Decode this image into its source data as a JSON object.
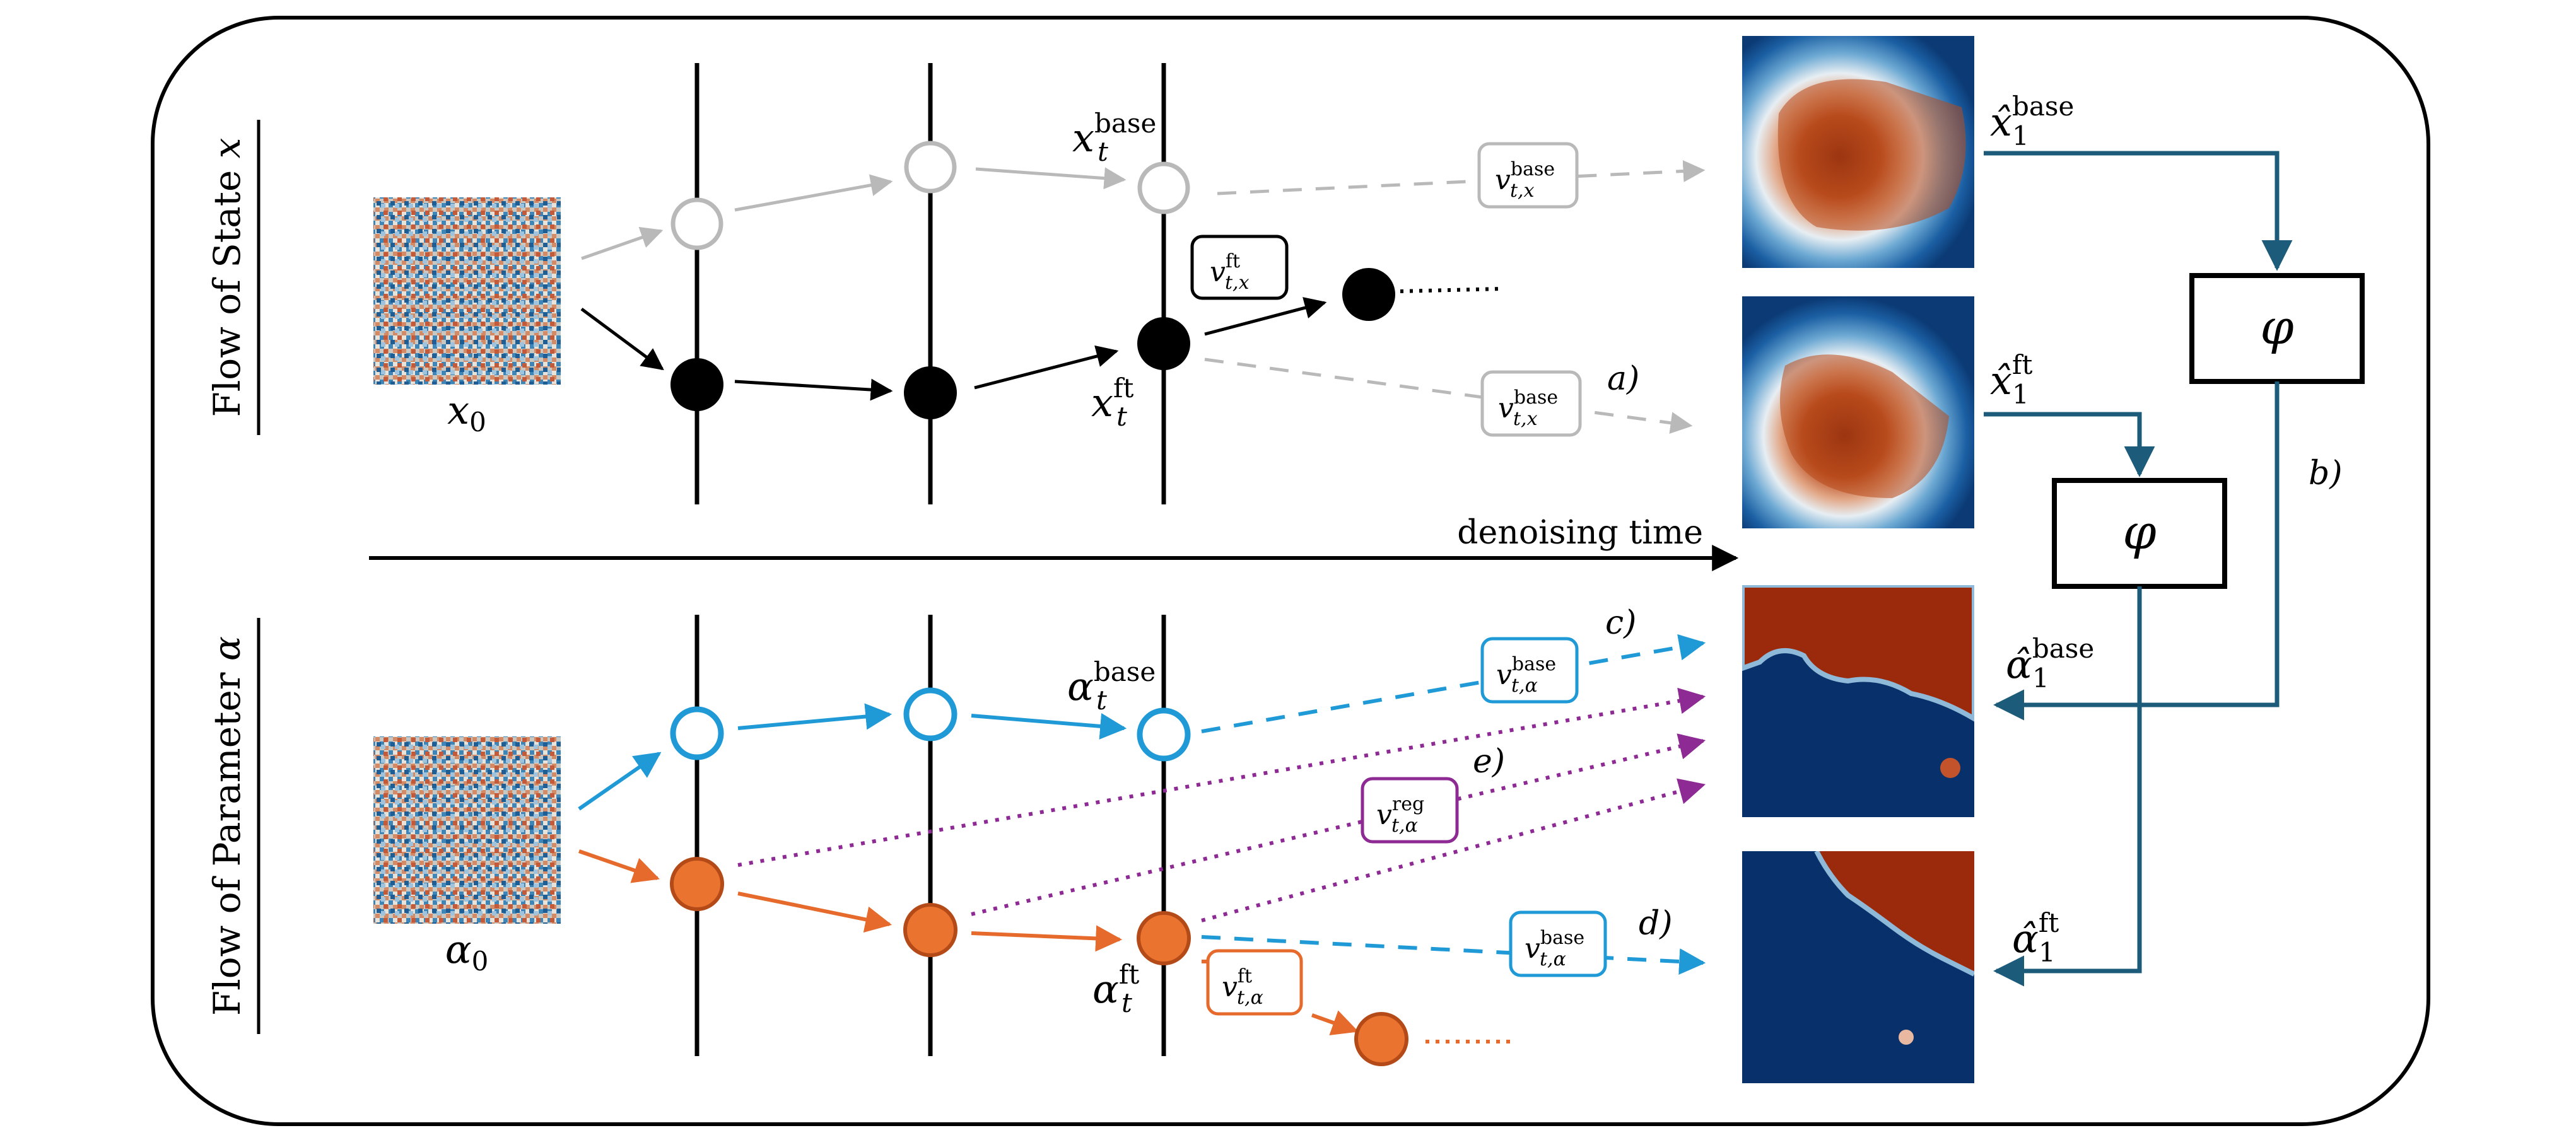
{
  "colors": {
    "black": "#000000",
    "gray": "#b9b9b9",
    "blue": "#1f9ad6",
    "orange": "#e56a2c",
    "orange_fill": "#e9732f",
    "purple": "#8e2a93",
    "teal": "#1c5b7a",
    "heat_dark": "#08306b",
    "heat_red": "#a32a0a"
  },
  "labels": {
    "section_top": "Flow of State",
    "section_top_var": "x",
    "section_bottom": "Flow of Parameter",
    "section_bottom_var": "α",
    "time_axis": "denoising time",
    "x0_base": "x",
    "x0_sub": "0",
    "alpha0_base": "α",
    "alpha0_sub": "0",
    "xt_base": "x",
    "xt_base_sub": "t",
    "xt_base_sup": "base",
    "xt_ft": "x",
    "xt_ft_sub": "t",
    "xt_ft_sup": "ft",
    "alphat_base": "α",
    "alphat_base_sub": "t",
    "alphat_base_sup": "base",
    "alphat_ft": "α",
    "alphat_ft_sub": "t",
    "alphat_ft_sup": "ft",
    "xhat_base": "x̂",
    "xhat_base_sub": "1",
    "xhat_base_sup": "base",
    "xhat_ft": "x̂",
    "xhat_ft_sub": "1",
    "xhat_ft_sup": "ft",
    "alphahat_base": "α̂",
    "alphahat_base_sub": "1",
    "alphahat_base_sup": "base",
    "alphahat_ft": "α̂",
    "alphahat_ft_sub": "1",
    "alphahat_ft_sup": "ft",
    "phi": "φ",
    "a": "a)",
    "b": "b)",
    "c": "c)",
    "d": "d)",
    "e": "e)"
  },
  "boxes": {
    "v_base_x": {
      "v": "v",
      "sub": "t,x",
      "sup": "base"
    },
    "v_ft_x": {
      "v": "v",
      "sub": "t,x",
      "sup": "ft"
    },
    "v_base_alpha": {
      "v": "v",
      "sub": "t,α",
      "sup": "base"
    },
    "v_reg_alpha": {
      "v": "v",
      "sub": "t,α",
      "sup": "reg"
    },
    "v_ft_alpha": {
      "v": "v",
      "sub": "t,α",
      "sup": "ft"
    }
  }
}
